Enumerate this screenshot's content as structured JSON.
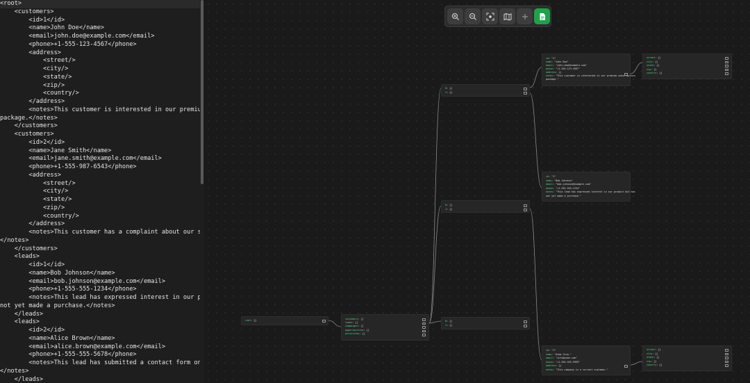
{
  "editor": {
    "lines": [
      "<root>",
      "    <customers>",
      "        <id>1</id>",
      "        <name>John Doe</name>",
      "        <email>john.doe@example.com</email>",
      "        <phone>+1-555-123-4567</phone>",
      "        <address>",
      "            <street/>",
      "            <city/>",
      "            <state/>",
      "            <zip/>",
      "            <country/>",
      "        </address>",
      "        <notes>This customer is interested in our premium sub",
      "package.</notes>",
      "    </customers>",
      "    <customers>",
      "        <id>2</id>",
      "        <name>Jane Smith</name>",
      "        <email>jane.smith@example.com</email>",
      "        <phone>+1-555-987-6543</phone>",
      "        <address>",
      "            <street/>",
      "            <city/>",
      "            <state/>",
      "            <zip/>",
      "            <country/>",
      "        </address>",
      "        <notes>This customer has a complaint about our servic",
      "</notes>",
      "    </customers>",
      "    <leads>",
      "        <id>1</id>",
      "        <name>Bob Johnson</name>",
      "        <email>bob.johnson@example.com</email>",
      "        <phone>+1-555-555-1234</phone>",
      "        <notes>This lead has expressed interest in our produc",
      "not yet made a purchase.</notes>",
      "    </leads>",
      "    <leads>",
      "        <id>2</id>",
      "        <name>Alice Brown</name>",
      "        <email>alice.brown@example.com</email>",
      "        <phone>+1-555-555-5678</phone>",
      "        <notes>This lead has submitted a contact form on our",
      "</notes>",
      "    </leads>"
    ]
  },
  "toolbar": {
    "buttons": [
      {
        "name": "zoom-in-button",
        "icon": "zoom-in-icon"
      },
      {
        "name": "zoom-out-button",
        "icon": "zoom-out-icon"
      },
      {
        "name": "fit-view-button",
        "icon": "focus-icon"
      },
      {
        "name": "minimap-button",
        "icon": "map-icon"
      },
      {
        "name": "add-button",
        "icon": "plus-icon"
      },
      {
        "name": "document-button",
        "icon": "document-icon"
      }
    ],
    "accent": "#21a04b"
  },
  "graph": {
    "nodes": [
      {
        "id": "root",
        "rows": [
          {
            "k": "root",
            "v": "{}"
          }
        ]
      },
      {
        "id": "root-fields",
        "rows": [
          {
            "k": "customers",
            "v": "[]"
          },
          {
            "k": "leads",
            "v": "[]"
          },
          {
            "k": "campaigns",
            "v": "[]"
          },
          {
            "k": "opportunities",
            "v": "[]"
          },
          {
            "k": "activities",
            "v": "[]"
          }
        ]
      },
      {
        "id": "arr-customers",
        "rows": [
          {
            "k": "0",
            "v": "{}"
          },
          {
            "k": "1",
            "v": "{}"
          }
        ]
      },
      {
        "id": "arr-leads",
        "rows": [
          {
            "k": "0",
            "v": "{}"
          },
          {
            "k": "1",
            "v": "{}"
          }
        ]
      },
      {
        "id": "arr-bottom",
        "rows": [
          {
            "k": "0",
            "v": "{}"
          },
          {
            "k": "1",
            "v": "{}"
          }
        ]
      },
      {
        "id": "customer-1",
        "rows": [
          {
            "k": "id",
            "v": "\"1\""
          },
          {
            "k": "name",
            "v": "\"John Doe\""
          },
          {
            "k": "email",
            "v": "\"john.doe@example.com\""
          },
          {
            "k": "phone",
            "v": "\"+1-555-123-4567\""
          },
          {
            "k": "address",
            "v": "{}"
          },
          {
            "k": "notes",
            "v": "\"This customer is interested in our premium subscription"
          },
          {
            "k": "",
            "v": "package.\""
          }
        ]
      },
      {
        "id": "address-1",
        "rows": [
          {
            "k": "street",
            "v": "{}"
          },
          {
            "k": "city",
            "v": "{}"
          },
          {
            "k": "state",
            "v": "{}"
          },
          {
            "k": "zip",
            "v": "{}"
          },
          {
            "k": "country",
            "v": "{}"
          }
        ]
      },
      {
        "id": "lead-1",
        "rows": [
          {
            "k": "id",
            "v": "\"1\""
          },
          {
            "k": "name",
            "v": "\"Bob Johnson\""
          },
          {
            "k": "email",
            "v": "\"bob.johnson@example.com\""
          },
          {
            "k": "phone",
            "v": "\"+1-555-555-1234\""
          },
          {
            "k": "notes",
            "v": "\"This lead has expressed interest in our product but has"
          },
          {
            "k": "",
            "v": "not yet made a purchase.\""
          }
        ]
      },
      {
        "id": "bottom-1",
        "rows": [
          {
            "k": "id",
            "v": "\"1\""
          },
          {
            "k": "name",
            "v": "\"Acme Corp.\""
          },
          {
            "k": "email",
            "v": "\"info@acme.com\""
          },
          {
            "k": "phone",
            "v": "\"+1-555-555-9999\""
          },
          {
            "k": "address",
            "v": "{}"
          },
          {
            "k": "notes",
            "v": "\"This company is a current customer.\""
          }
        ]
      },
      {
        "id": "address-2",
        "rows": [
          {
            "k": "street",
            "v": "{}"
          },
          {
            "k": "city",
            "v": "{}"
          },
          {
            "k": "state",
            "v": "{}"
          },
          {
            "k": "zip",
            "v": "{}"
          },
          {
            "k": "country",
            "v": "{}"
          }
        ]
      }
    ]
  }
}
